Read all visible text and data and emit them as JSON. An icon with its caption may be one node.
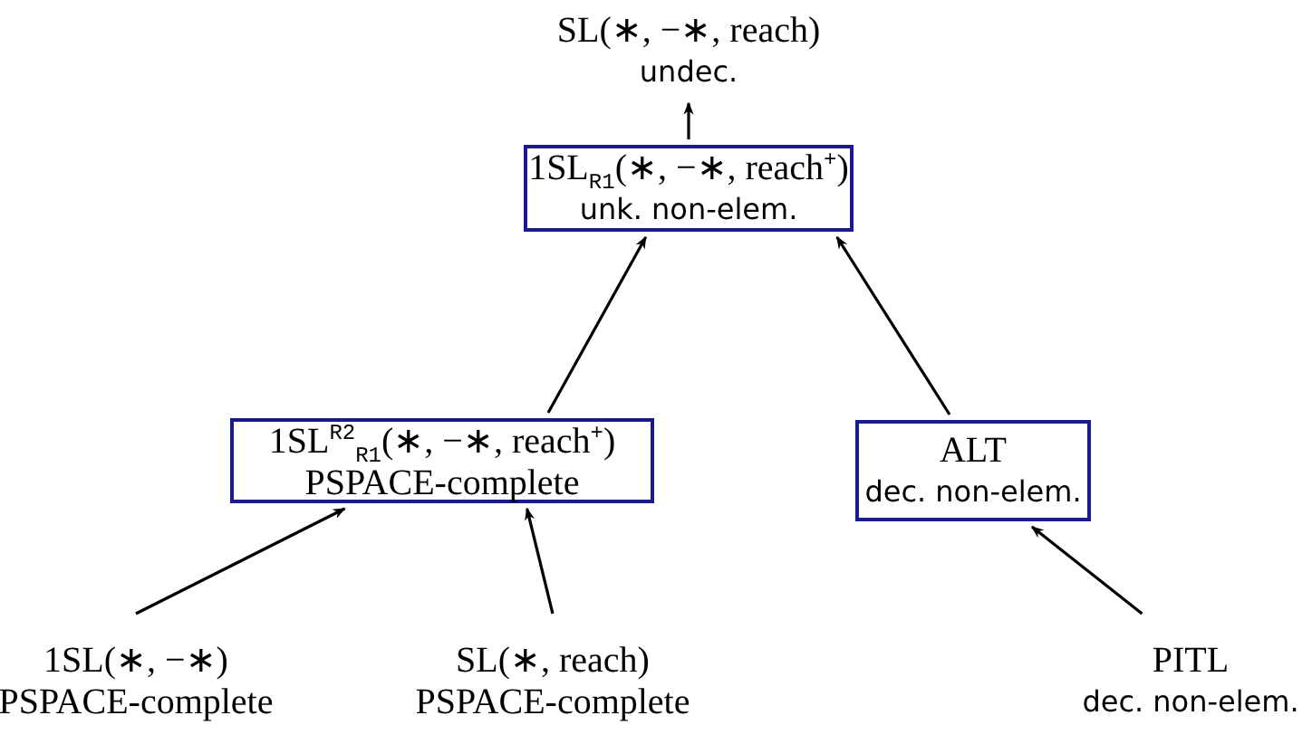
{
  "diagram": {
    "nodes": [
      {
        "text": [
          "SL(∗, −∗, reach)",
          "undec."
        ]
      },
      {
        "text": [
          "1SL$_{R1}$(∗, −∗, reach$^{+}$)",
          "unk. non-elem."
        ]
      },
      {
        "text": [
          "1SL$^{R2}$$_{R1}$(∗, −∗, reach$^{+}$)",
          "PSPACE-complete"
        ]
      },
      {
        "text": [
          "ALT",
          "dec. non-elem."
        ]
      },
      {
        "text": [
          "1SL(∗, −∗)",
          "PSPACE-complete"
        ]
      },
      {
        "text": [
          "SL(∗, reach)",
          "PSPACE-complete"
        ]
      },
      {
        "text": [
          "PITL",
          "dec. non-elem."
        ]
      }
    ],
    "edges": [
      {
        "from": 1,
        "to": 0,
        "arrow": "to"
      },
      {
        "from": 2,
        "to": 1,
        "arrow": "to"
      },
      {
        "from": 3,
        "to": 1,
        "arrow": "to"
      },
      {
        "from": 4,
        "to": 2,
        "arrow": "to"
      },
      {
        "from": 5,
        "to": 2,
        "arrow": "to"
      },
      {
        "from": 6,
        "to": 3,
        "arrow": "to"
      }
    ]
  }
}
